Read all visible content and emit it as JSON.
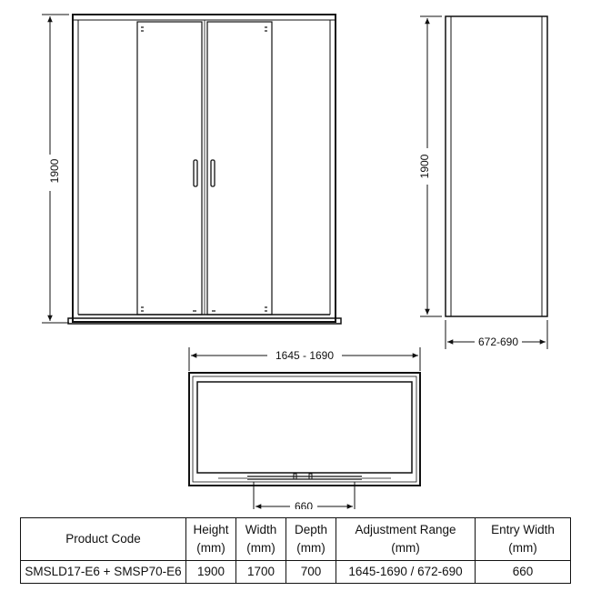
{
  "dimensions": {
    "front_height": "1900",
    "side_height": "1900",
    "plan_width": "1645 - 1690",
    "side_depth": "672-690",
    "plan_entry": "660"
  },
  "spec_table": {
    "headers": [
      {
        "line1": "Product Code",
        "line2": ""
      },
      {
        "line1": "Height",
        "line2": "(mm)"
      },
      {
        "line1": "Width",
        "line2": "(mm)"
      },
      {
        "line1": "Depth",
        "line2": "(mm)"
      },
      {
        "line1": "Adjustment Range",
        "line2": "(mm)"
      },
      {
        "line1": "Entry Width",
        "line2": "(mm)"
      }
    ],
    "row": [
      "SMSLD17-E6 + SMSP70-E6",
      "1900",
      "1700",
      "700",
      "1645-1690 / 672-690",
      "660"
    ]
  }
}
